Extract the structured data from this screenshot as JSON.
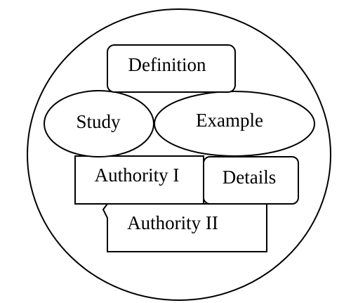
{
  "diagram": {
    "definition": "Definition",
    "study": "Study",
    "example": "Example",
    "authority_1": "Authority I",
    "details": "Details",
    "authority_2": "Authority II"
  },
  "colors": {
    "stroke": "#000000",
    "fill": "#ffffff",
    "background": "#ffffff"
  }
}
